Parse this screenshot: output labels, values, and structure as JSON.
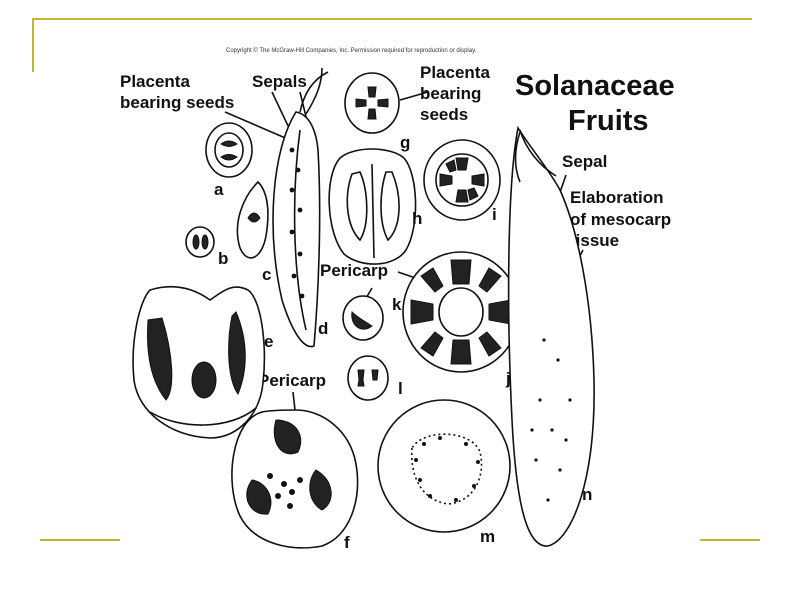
{
  "slide": {
    "accent_color": "#c8b432",
    "copyright": "Copyright © The McGraw-Hill Companies, Inc. Permission required for reproduction or display."
  },
  "figure": {
    "title_line1": "Solanaceae",
    "title_line2": "Fruits",
    "labels": {
      "placenta_left_1": "Placenta",
      "placenta_left_2": "bearing seeds",
      "sepals": "Sepals",
      "placenta_right_1": "Placenta",
      "placenta_right_2": "bearing",
      "placenta_right_3": "seeds",
      "sepal": "Sepal",
      "elaboration_1": "Elaboration",
      "elaboration_2": "of mesocarp",
      "elaboration_3": "tissue",
      "pericarp_mid": "Pericarp",
      "pericarp_low": "Pericarp"
    },
    "letters": [
      "a",
      "b",
      "c",
      "d",
      "e",
      "f",
      "g",
      "h",
      "i",
      "j",
      "k",
      "l",
      "m",
      "n"
    ]
  }
}
